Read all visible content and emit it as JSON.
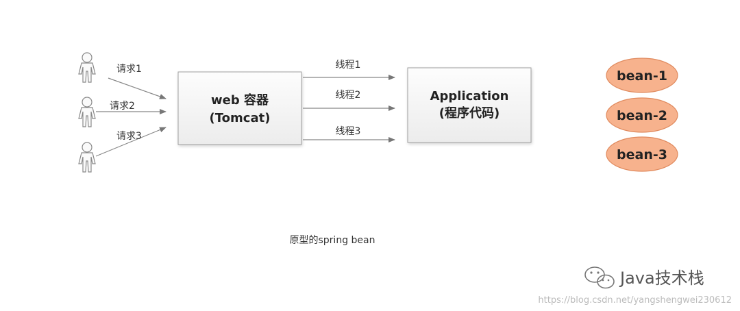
{
  "requests": [
    "请求1",
    "请求2",
    "请求3"
  ],
  "container": {
    "line1": "web 容器",
    "line2": "(Tomcat)"
  },
  "threads": [
    "线程1",
    "线程2",
    "线程3"
  ],
  "application": {
    "line1": "Application",
    "line2": "(程序代码)"
  },
  "beans": [
    "bean-1",
    "bean-2",
    "bean-3"
  ],
  "caption": "原型的spring bean",
  "watermark": {
    "brand": "Java技术栈",
    "url": "https://blog.csdn.net/yangshengwei230612"
  },
  "colors": {
    "bean_fill": "#f7b28d",
    "bean_stroke": "#e08a5e",
    "box_stroke": "#a0a0a0",
    "arrow": "#888888"
  }
}
